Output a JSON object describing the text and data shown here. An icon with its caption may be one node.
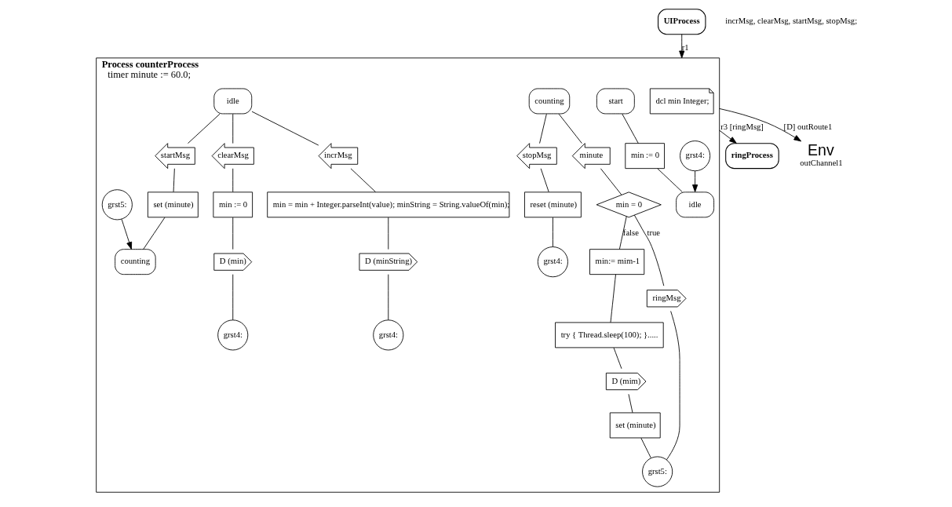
{
  "diagram": {
    "nodes": [
      {
        "text": [
          "ringProcess"
        ]
      },
      {
        "text": [
          "UIProcess"
        ]
      },
      {
        "text": [
          "Process counterProcess",
          "timer minute := 60.0;"
        ]
      },
      {
        "text": [
          "dcl min Integer;"
        ],
        "in": 2
      },
      {
        "text": [
          "start"
        ],
        "in": 2
      },
      {
        "text": [
          "min := 0"
        ],
        "in": 2
      },
      {
        "text": [
          "idle"
        ],
        "in": 2
      },
      {
        "text": [
          "grst4:"
        ],
        "in": 2
      },
      {
        "text": [
          "counting"
        ],
        "in": 2
      },
      {
        "text": [
          "stopMsg"
        ],
        "in": 2
      },
      {
        "text": [
          "minute"
        ],
        "in": 2
      },
      {
        "text": [
          "reset (minute)"
        ],
        "in": 2
      },
      {
        "text": [
          "grst4:"
        ],
        "in": 2
      },
      {
        "text": [
          "min = 0"
        ],
        "in": 2
      },
      {
        "text": [
          "ringMsg"
        ],
        "in": 2
      },
      {
        "text": [
          "min:= mim-1"
        ],
        "in": 2
      },
      {
        "text": [
          "try { Thread.sleep(100); }....."
        ],
        "in": 2
      },
      {
        "text": [
          "D (mim)"
        ],
        "in": 2
      },
      {
        "text": [
          "set (minute)"
        ],
        "in": 2
      },
      {
        "text": [
          "grst5:"
        ],
        "in": 2
      },
      {
        "text": [
          "idle"
        ],
        "in": 2
      },
      {
        "text": [
          "clearMsg"
        ],
        "in": 2
      },
      {
        "text": [
          "startMsg"
        ],
        "in": 2
      },
      {
        "text": [
          "incrMsg"
        ],
        "in": 2
      },
      {
        "text": [
          "min := 0"
        ],
        "in": 2
      },
      {
        "text": [
          "set (minute)"
        ],
        "in": 2
      },
      {
        "text": [
          "min = min + Integer.parseInt(value); minString = String.valueOf(min);"
        ],
        "in": 2
      },
      {
        "text": [
          "D (min)"
        ],
        "in": 2
      },
      {
        "text": [
          "grst5:"
        ],
        "in": 2
      },
      {
        "text": [
          "counting"
        ],
        "in": 2
      },
      {
        "text": [
          "D (minString)"
        ],
        "in": 2
      },
      {
        "text": [
          "grst4:"
        ],
        "in": 2
      },
      {
        "text": [
          "grst4:"
        ],
        "in": 2
      },
      {
        "text": [
          "Env"
        ],
        "beside": [
          "outChannel1"
        ]
      }
    ],
    "edges": [
      {
        "from": 2,
        "to": 0,
        "arrow": "to",
        "label": "r3 [ringMsg]"
      },
      {
        "from": 1,
        "to": 2,
        "arrow": "to",
        "label": "r1"
      },
      {
        "from": 2,
        "to": 33,
        "arrow": "to",
        "label": "[D] outRoute1"
      },
      {
        "from": 4,
        "to": 5,
        "arrow": "none"
      },
      {
        "from": 5,
        "to": 6,
        "arrow": "none"
      },
      {
        "from": 7,
        "to": 6,
        "arrow": "to"
      },
      {
        "from": 8,
        "to": 9,
        "arrow": "none"
      },
      {
        "from": 8,
        "to": 10,
        "arrow": "none"
      },
      {
        "from": 9,
        "to": 11,
        "arrow": "none"
      },
      {
        "from": 11,
        "to": 12,
        "arrow": "none"
      },
      {
        "from": 10,
        "to": 13,
        "arrow": "none"
      },
      {
        "from": 13,
        "to": 14,
        "arrow": "none",
        "label": "true"
      },
      {
        "from": 13,
        "to": 15,
        "arrow": "none",
        "label": "false"
      },
      {
        "from": 15,
        "to": 16,
        "arrow": "none"
      },
      {
        "from": 16,
        "to": 17,
        "arrow": "none"
      },
      {
        "from": 17,
        "to": 18,
        "arrow": "none"
      },
      {
        "from": 18,
        "to": 19,
        "arrow": "none"
      },
      {
        "from": 14,
        "to": 19,
        "arrow": "none"
      },
      {
        "from": 20,
        "to": 21,
        "arrow": "none"
      },
      {
        "from": 20,
        "to": 22,
        "arrow": "none"
      },
      {
        "from": 20,
        "to": 23,
        "arrow": "none"
      },
      {
        "from": 21,
        "to": 24,
        "arrow": "none"
      },
      {
        "from": 24,
        "to": 27,
        "arrow": "none"
      },
      {
        "from": 27,
        "to": 32,
        "arrow": "none"
      },
      {
        "from": 22,
        "to": 25,
        "arrow": "none"
      },
      {
        "from": 25,
        "to": 29,
        "arrow": "none"
      },
      {
        "from": 28,
        "to": 29,
        "arrow": "to"
      },
      {
        "from": 23,
        "to": 26,
        "arrow": "none"
      },
      {
        "from": 26,
        "to": 30,
        "arrow": "none"
      },
      {
        "from": 30,
        "to": 31,
        "arrow": "none"
      }
    ],
    "labels": [
      "incrMsg, clearMsg, startMsg, stopMsg;"
    ]
  }
}
